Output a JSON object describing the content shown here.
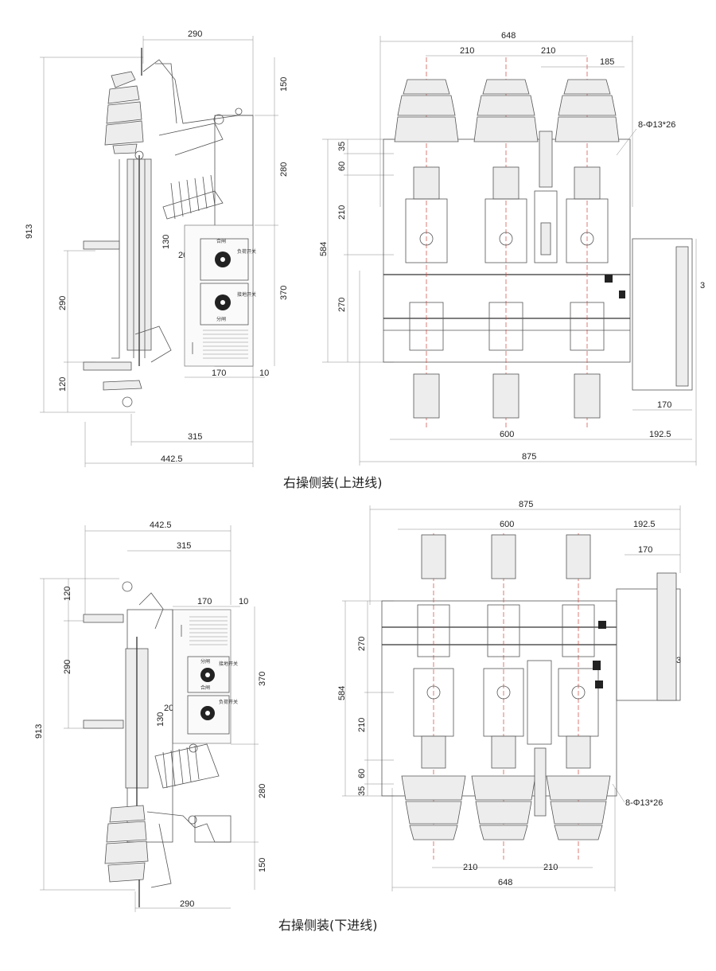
{
  "captions": {
    "top": "右操侧装(上进线)",
    "bottom": "右操侧装(下进线)"
  },
  "top_side": {
    "d290": "290",
    "d150": "150",
    "d280": "280",
    "d913": "913",
    "d370": "370",
    "d20": "20",
    "d130": "130",
    "d290v": "290",
    "d120": "120",
    "d170": "170",
    "d10": "10",
    "d315": "315",
    "d442": "442.5"
  },
  "top_front": {
    "d648": "648",
    "d210a": "210",
    "d210b": "210",
    "d185": "185",
    "holes": "8-Φ13*26",
    "d35": "35",
    "d60": "60",
    "d210v": "210",
    "d584": "584",
    "d270": "270",
    "d3": "3",
    "d170": "170",
    "d600": "600",
    "d192": "192.5",
    "d875": "875"
  },
  "bottom_side": {
    "d442": "442.5",
    "d315": "315",
    "d170": "170",
    "d10": "10",
    "d120": "120",
    "d290v": "290",
    "d370": "370",
    "d913": "913",
    "d20": "20",
    "d130": "130",
    "d280": "280",
    "d150": "150",
    "d290": "290"
  },
  "bottom_front": {
    "d875": "875",
    "d600": "600",
    "d192": "192.5",
    "d170": "170",
    "d270": "270",
    "d3": "3",
    "d584": "584",
    "d210v": "210",
    "d60": "60",
    "d35": "35",
    "holes": "8-Φ13*26",
    "d210a": "210",
    "d210b": "210",
    "d648": "648"
  },
  "panel_labels": {
    "load": "负荷开关",
    "earth": "接地开关",
    "open": "分闸",
    "close": "合闸"
  }
}
